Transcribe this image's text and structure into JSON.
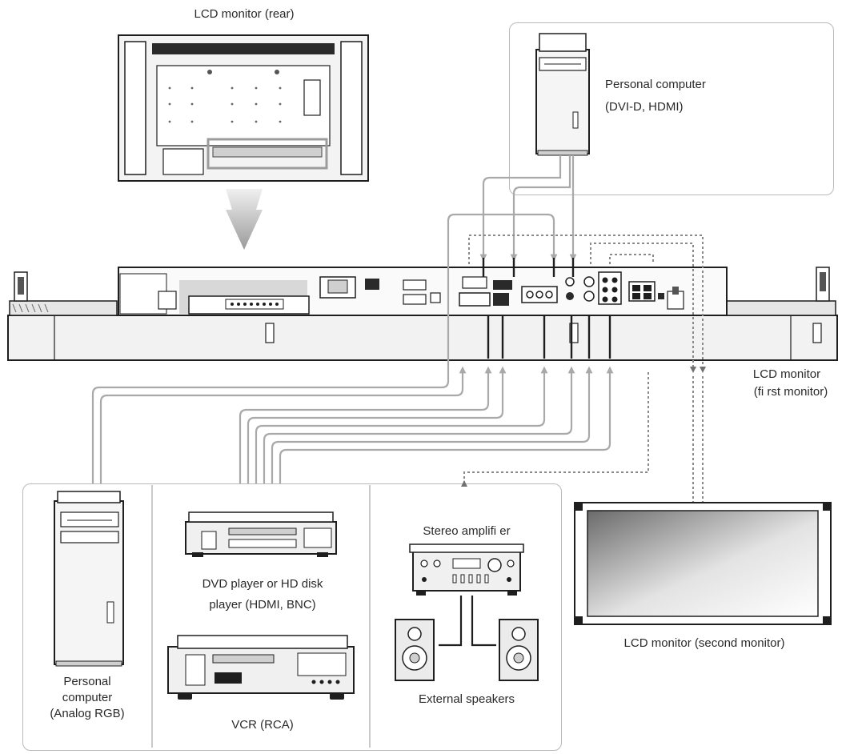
{
  "labels": {
    "rear": "LCD monitor (rear)",
    "pc_top_1": "Personal computer",
    "pc_top_2": "(DVI-D, HDMI)",
    "first_1": "LCD monitor",
    "first_2": "(fi rst monitor)",
    "pc_left_1": "Personal",
    "pc_left_2": "computer",
    "pc_left_3": "(Analog RGB)",
    "dvd_1": "DVD player or HD disk",
    "dvd_2": "player (HDMI, BNC)",
    "vcr": "VCR (RCA)",
    "amp": "Stereo amplifi er",
    "speakers": "External speakers",
    "second": "LCD monitor (second monitor)"
  },
  "colors": {
    "cable": "#a9a9a9",
    "cable_dashed": "#8a8a8a",
    "outline": "#1e1e1e",
    "device_fill": "#e6e6e6",
    "box_border": "#b9b9b9"
  }
}
